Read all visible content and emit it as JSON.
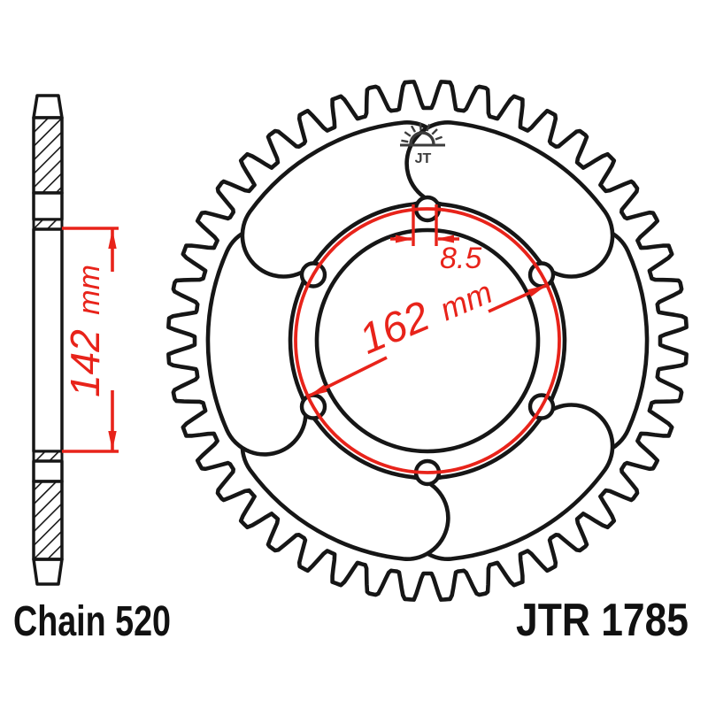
{
  "labels": {
    "chain": "Chain 520",
    "part_number": "JTR 1785"
  },
  "dimensions": {
    "hub_width": {
      "value": "142",
      "unit": "mm"
    },
    "bolt_circle": {
      "value": "162",
      "unit": "mm"
    },
    "bolt_hole": {
      "value": "8.5"
    }
  },
  "logo": {
    "text": "JT"
  },
  "colors": {
    "dimension_red": "#e8231a",
    "line_black": "#161616",
    "logo_gray": "#3c3c3c"
  }
}
